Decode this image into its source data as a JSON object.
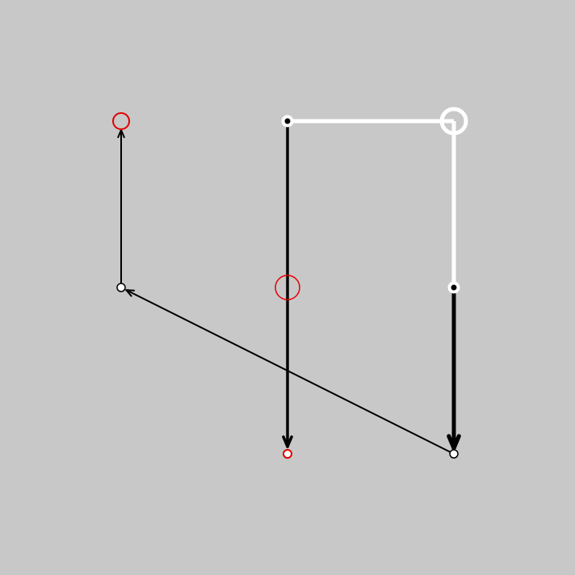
{
  "diagram": {
    "background": "#c8c8c8",
    "colors": {
      "black": "#000000",
      "white": "#ffffff",
      "red": "#e00000"
    },
    "nodes": [
      {
        "id": "n-left-top",
        "fill": "none",
        "stroke": "#e00000",
        "style": "red-ring-medium"
      },
      {
        "id": "n-mid-top",
        "fill": "#000000",
        "stroke": "#ffffff",
        "style": "black-dot-white-ring"
      },
      {
        "id": "n-right-top",
        "fill": "none",
        "stroke": "#ffffff",
        "style": "white-ring-large"
      },
      {
        "id": "n-left-mid",
        "fill": "#ffffff",
        "stroke": "#000000",
        "style": "white-dot-small"
      },
      {
        "id": "n-mid-mid",
        "fill": "none",
        "stroke": "#e00000",
        "style": "red-ring-large"
      },
      {
        "id": "n-right-mid",
        "fill": "#000000",
        "stroke": "#ffffff",
        "style": "black-dot-white-ring"
      },
      {
        "id": "n-mid-bottom",
        "fill": "#ffffff",
        "stroke": "#e00000",
        "style": "red-ring-small"
      },
      {
        "id": "n-right-bottom",
        "fill": "#ffffff",
        "stroke": "#000000",
        "style": "white-dot-small"
      }
    ],
    "edges": [
      {
        "from": "n-mid-top",
        "to": "n-right-top",
        "color": "#ffffff",
        "weight": "heavy",
        "arrow": false
      },
      {
        "from": "n-right-top",
        "to": "n-right-mid",
        "color": "#ffffff",
        "weight": "heavy",
        "arrow": false
      },
      {
        "from": "n-mid-top",
        "to": "n-mid-bottom",
        "color": "#000000",
        "weight": "medium",
        "arrow": true
      },
      {
        "from": "n-right-mid",
        "to": "n-right-bottom",
        "color": "#000000",
        "weight": "heavy",
        "arrow": true
      },
      {
        "from": "n-right-bottom",
        "to": "n-left-mid",
        "color": "#000000",
        "weight": "thin",
        "arrow": true
      },
      {
        "from": "n-left-mid",
        "to": "n-left-top",
        "color": "#000000",
        "weight": "thin",
        "arrow": true
      }
    ]
  }
}
